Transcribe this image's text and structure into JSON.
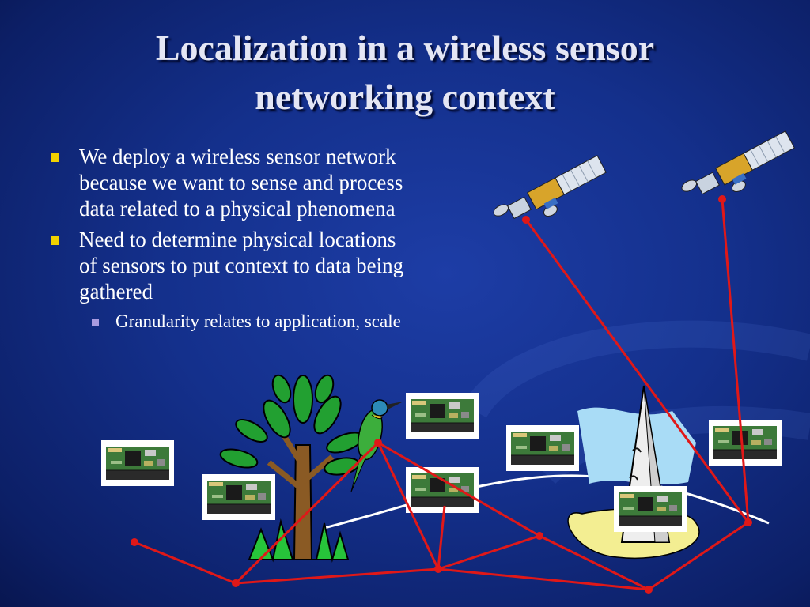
{
  "slide": {
    "title_line1": "Localization in a wireless sensor",
    "title_line2": "networking context",
    "bullets": [
      {
        "text_line1": "We deploy a wireless sensor network",
        "text_line2": "because we want to sense and process",
        "text_line3": "data related to a physical phenomena"
      },
      {
        "text_line1": "Need to determine physical locations",
        "text_line2": "of sensors to put context to data being",
        "text_line3": "gathered"
      }
    ],
    "sub_bullets": [
      {
        "text": "Granularity relates to application, scale"
      }
    ],
    "colors": {
      "background": "#14308c",
      "title": "#e4e6f4",
      "bullet_marker": "#f2d200",
      "sub_bullet_marker": "#a99be0",
      "link_line": "#e01818",
      "ground_line": "#ffffff"
    },
    "icons": [
      "satellite-icon",
      "tree-icon",
      "bird-icon",
      "monument-icon",
      "sensor-mote-icon"
    ]
  }
}
